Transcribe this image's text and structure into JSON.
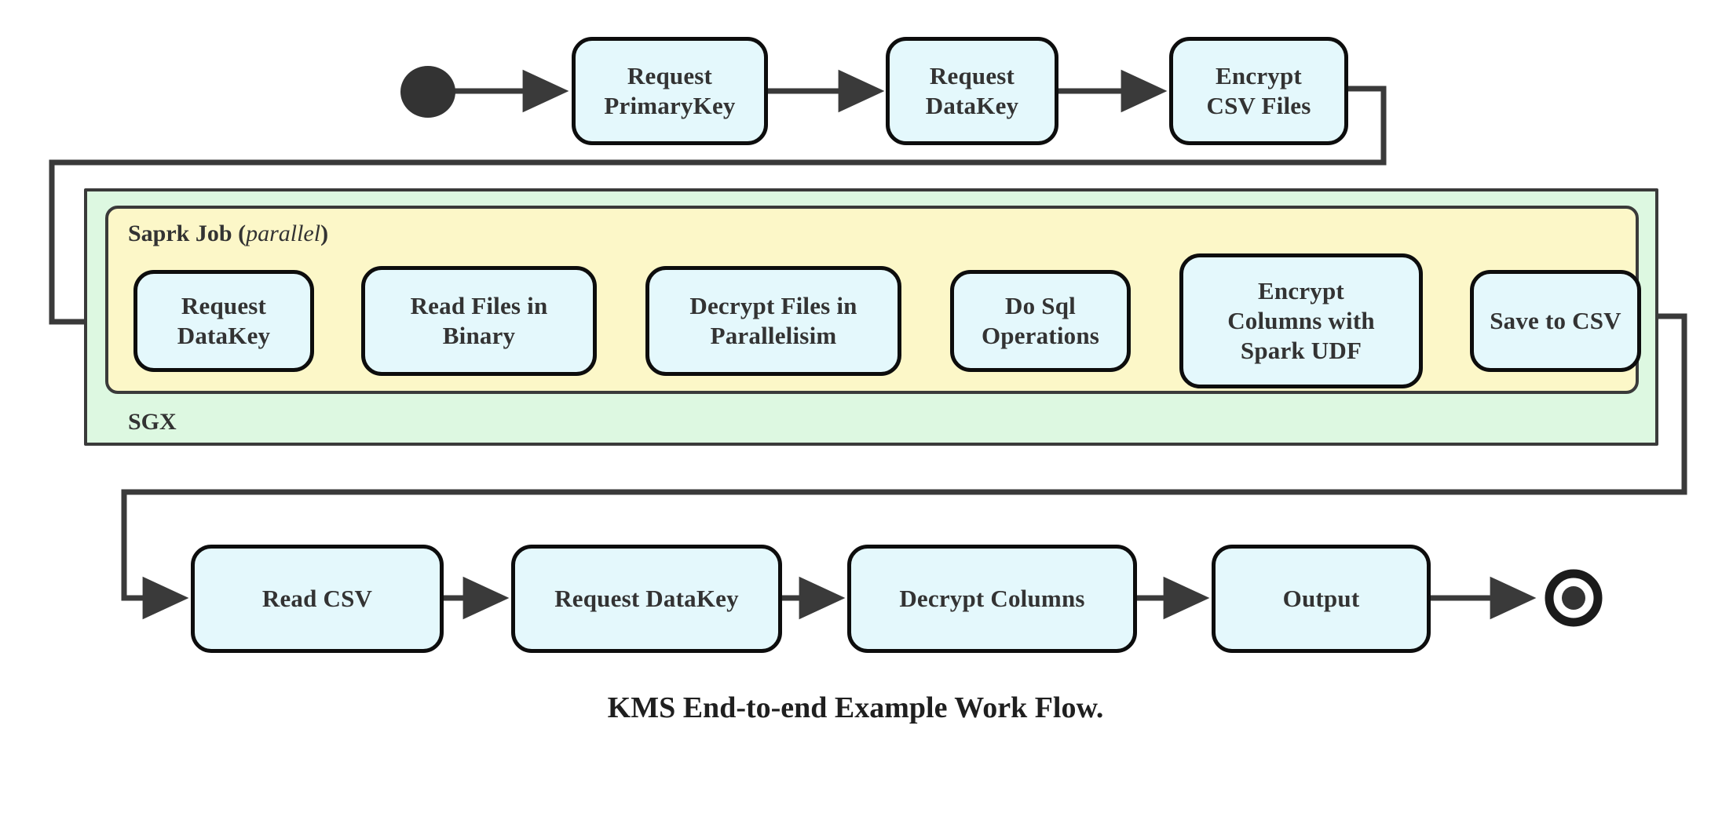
{
  "diagram": {
    "caption": "KMS End-to-end Example Work Flow.",
    "colors": {
      "node_fill": "#e4f8fc",
      "node_border": "#0d0d0d",
      "sgx_fill": "#ddf8e1",
      "spark_fill": "#fcf7c8",
      "edge": "#3a3a3a",
      "text": "#333333",
      "background": "#ffffff"
    },
    "start_node": {
      "name": "start",
      "shape": "filled-circle"
    },
    "end_node": {
      "name": "end",
      "shape": "ring-with-dot"
    },
    "regions": [
      {
        "id": "sgx",
        "label": "SGX",
        "label_position": "bottom-left",
        "fill": "#ddf8e1"
      },
      {
        "id": "spark",
        "label_main": "Saprk Job",
        "label_modifier": "parallel",
        "label_open_paren": " (",
        "label_close_paren": ")",
        "label_position": "top-left",
        "fill": "#fcf7c8"
      }
    ],
    "rows": {
      "top": {
        "id": "top-row",
        "nodes": [
          {
            "id": "request-primarykey",
            "label": "Request\nPrimaryKey"
          },
          {
            "id": "request-datakey-top",
            "label": "Request\nDataKey"
          },
          {
            "id": "encrypt-csv-files",
            "label": "Encrypt\nCSV Files"
          }
        ]
      },
      "middle": {
        "id": "spark-row",
        "nodes": [
          {
            "id": "request-datakey-spark",
            "label": "Request\nDataKey"
          },
          {
            "id": "read-files-in-binary",
            "label": "Read Files in\nBinary"
          },
          {
            "id": "decrypt-files-in-parallelisim",
            "label": "Decrypt Files in\nParallelisim"
          },
          {
            "id": "do-sql-operations",
            "label": "Do Sql\nOperations"
          },
          {
            "id": "encrypt-columns-with-spark-udf",
            "label": "Encrypt\nColumns with\nSpark UDF"
          },
          {
            "id": "save-to-csv",
            "label": "Save to CSV"
          }
        ]
      },
      "bottom": {
        "id": "bottom-row",
        "nodes": [
          {
            "id": "read-csv",
            "label": "Read CSV"
          },
          {
            "id": "request-datakey-bottom",
            "label": "Request DataKey"
          },
          {
            "id": "decrypt-columns",
            "label": "Decrypt Columns"
          },
          {
            "id": "output",
            "label": "Output"
          }
        ]
      }
    }
  }
}
